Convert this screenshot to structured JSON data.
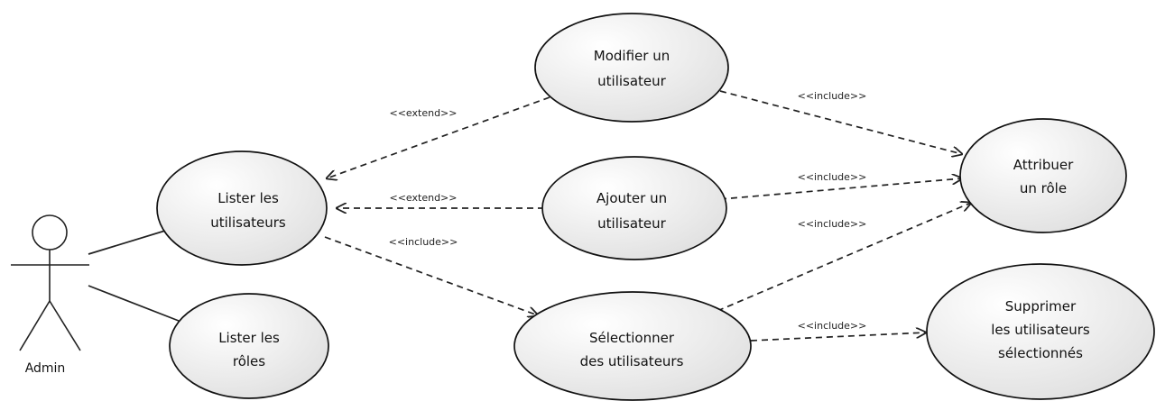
{
  "actor": {
    "name": "Admin"
  },
  "use_cases": {
    "lister_utilisateurs": [
      "Lister les",
      "utilisateurs"
    ],
    "lister_roles": [
      "Lister les",
      "rôles"
    ],
    "modifier_utilisateur": [
      "Modifier un",
      "utilisateur"
    ],
    "ajouter_utilisateur": [
      "Ajouter un",
      "utilisateur"
    ],
    "selectionner_utilisateurs": [
      "Sélectionner",
      "des utilisateurs"
    ],
    "attribuer_role": [
      "Attribuer",
      "un rôle"
    ],
    "supprimer_utilisateurs": [
      "Supprimer",
      "les utilisateurs",
      "sélectionnés"
    ]
  },
  "relations": {
    "extend_modifier": "<<extend>>",
    "extend_ajouter": "<<extend>>",
    "include_lister_selectionner": "<<include>>",
    "include_modifier_attribuer": "<<include>>",
    "include_ajouter_attribuer": "<<include>>",
    "include_selectionner_attribuer": "<<include>>",
    "include_selectionner_supprimer": "<<include>>"
  },
  "colors": {
    "usecase_fill_light": "#ffffff",
    "usecase_fill_dark": "#e3e3e3",
    "line": "#222222"
  }
}
